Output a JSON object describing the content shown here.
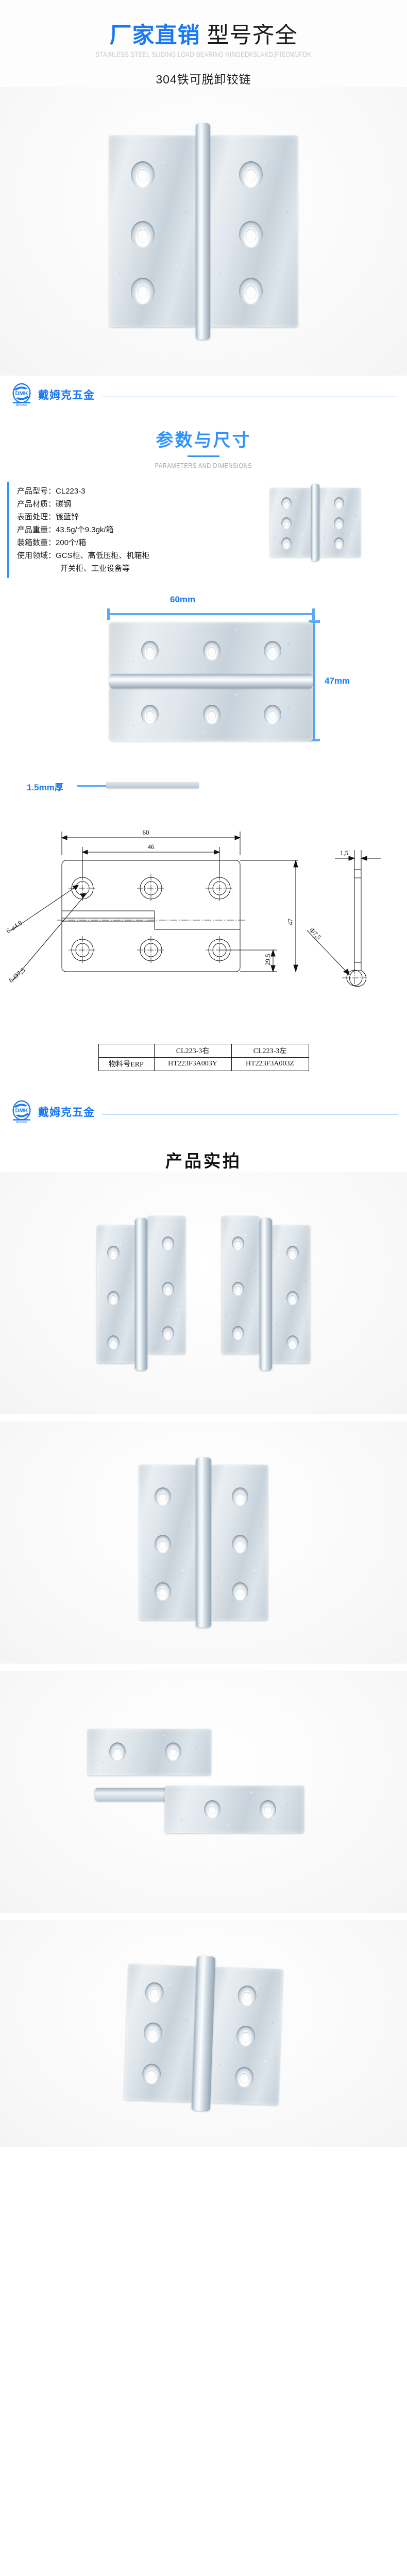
{
  "hero": {
    "title_blue": "厂家直销",
    "title_black": "型号齐全",
    "subtitle_en": "STAINLESS STEEL SLIDING LOAD-BEARING HINGEDKSLAKDJFIEOWJFDK",
    "subtitle_cn": "304铁可脱卸铰链"
  },
  "brand": {
    "logo_text": "DMK",
    "logo_sub": "戴姆克五金",
    "name": "戴姆克五金"
  },
  "sections": {
    "params": {
      "cn": "参数与尺寸",
      "en": "PARAMETERS AND DIMENSIONS"
    },
    "photos": {
      "cn": "产品实拍",
      "en": ""
    }
  },
  "specs": [
    {
      "label": "产品型号：",
      "value": "CL223-3"
    },
    {
      "label": "产品材质：",
      "value": "碳钢"
    },
    {
      "label": "表面处理：",
      "value": "镀蓝锌"
    },
    {
      "label": "产品重量：",
      "value": "43.5g/个9.3gk/箱"
    },
    {
      "label": "装箱数量：",
      "value": "200个/箱"
    },
    {
      "label": "使用领域：",
      "value": "GCS柜、高低压柜、机箱柜"
    },
    {
      "label": "",
      "value": "开关柜、工业设备等"
    }
  ],
  "dimensions": {
    "width": "60mm",
    "height": "47mm",
    "thickness": "1.5mm厚"
  },
  "drawing": {
    "dim_60": "60",
    "dim_46": "46",
    "dim_47": "47",
    "dim_29_5": "29,5",
    "dim_1_5": "1,5",
    "hole_small": "6-ø4.9",
    "hole_large": "6-Ø7,5",
    "hole_side": "Φ7,5"
  },
  "erp_table": {
    "header": [
      "",
      "CL223-3右",
      "CL223-3左"
    ],
    "rows": [
      {
        "label": "物料号ERP",
        "right": "HT223F3A003Y",
        "left": "HT223F3A003Z"
      }
    ]
  },
  "colors": {
    "brand_blue": "#1878f5",
    "accent_blue": "#2f93ff",
    "dim_blue": "#5aa9f8",
    "text_dark": "#1a1a1a",
    "muted": "#a8a8a8"
  }
}
